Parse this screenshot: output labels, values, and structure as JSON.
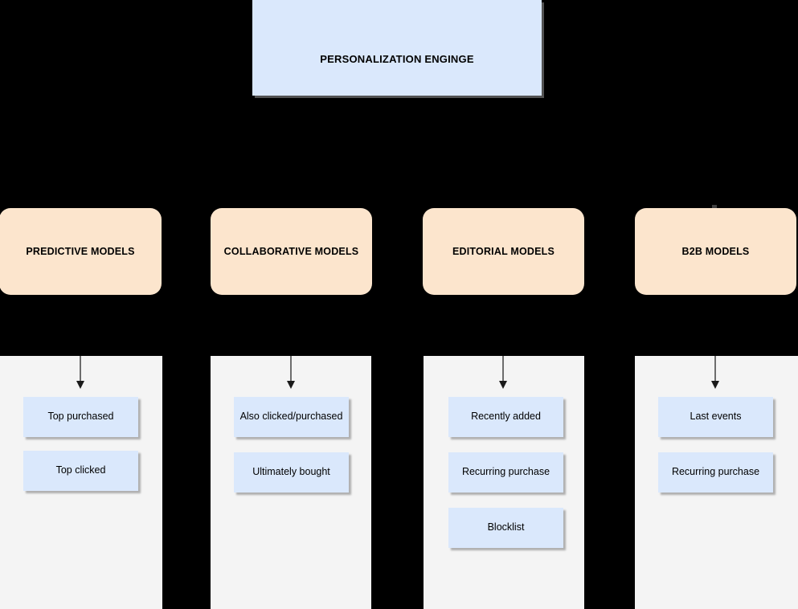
{
  "diagram": {
    "title": "PERSONALIZATION ENGINGE",
    "colors": {
      "background": "#000000",
      "engine_box": "#dae8fc",
      "category_box": "#fce5cd",
      "panel": "#f4f4f4",
      "item_box": "#dae8fc",
      "arrow": "#6d6d6d",
      "text": "#000000"
    },
    "root": {
      "label": "PERSONALIZATION ENGINGE"
    },
    "columns": [
      {
        "category": "PREDICTIVE MODELS",
        "items": [
          {
            "label": "Top purchased"
          },
          {
            "label": "Top clicked"
          }
        ]
      },
      {
        "category": "COLLABORATIVE MODELS",
        "items": [
          {
            "label": "Also clicked/purchased"
          },
          {
            "label": "Ultimately bought"
          }
        ]
      },
      {
        "category": "EDITORIAL MODELS",
        "items": [
          {
            "label": "Recently added"
          },
          {
            "label": "Recurring purchase"
          },
          {
            "label": "Blocklist"
          }
        ]
      },
      {
        "category": "B2B MODELS",
        "items": [
          {
            "label": "Last events"
          },
          {
            "label": "Recurring purchase"
          }
        ]
      }
    ]
  }
}
